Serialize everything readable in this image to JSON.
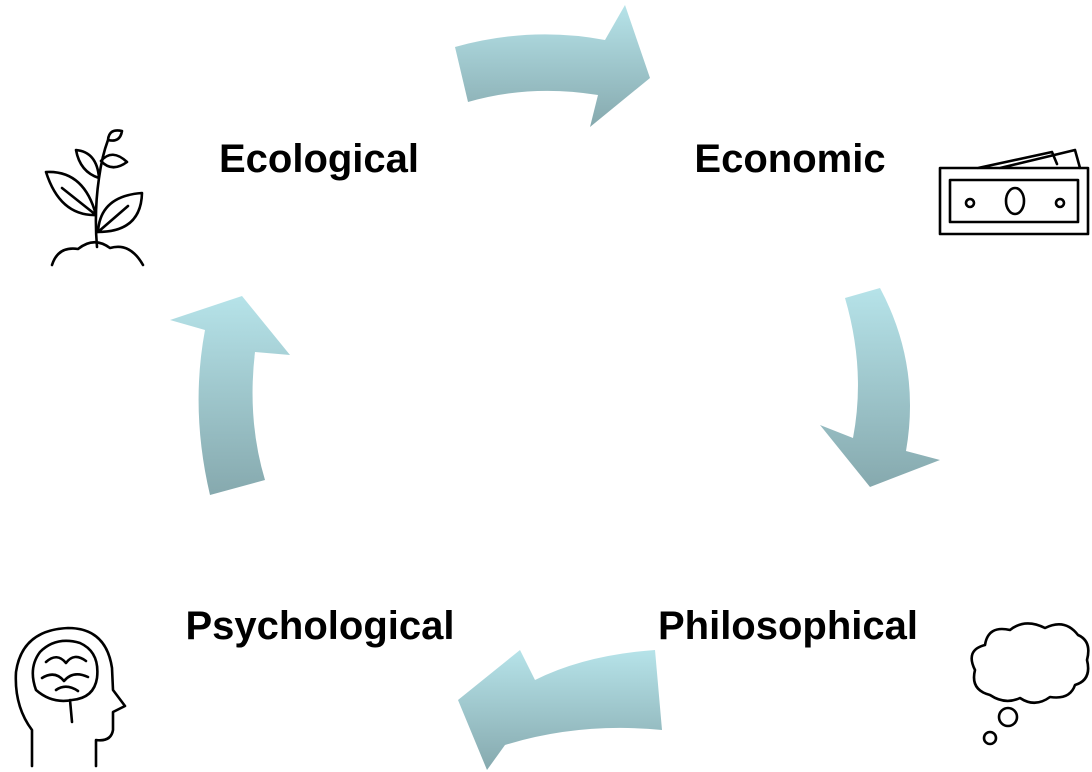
{
  "diagram": {
    "nodes": [
      {
        "label": "Ecological",
        "icon": "plant-icon"
      },
      {
        "label": "Economic",
        "icon": "money-icon"
      },
      {
        "label": "Philosophical",
        "icon": "thought-cloud-icon"
      },
      {
        "label": "Psychological",
        "icon": "head-brain-icon"
      }
    ],
    "edges": [
      [
        0,
        1
      ],
      [
        1,
        2
      ],
      [
        2,
        3
      ],
      [
        3,
        0
      ]
    ],
    "direction": "clockwise"
  },
  "colors": {
    "arrow_light": "#b6e3e9",
    "arrow_dark": "#86a9ae",
    "text": "#000000",
    "icon_stroke": "#000000"
  }
}
